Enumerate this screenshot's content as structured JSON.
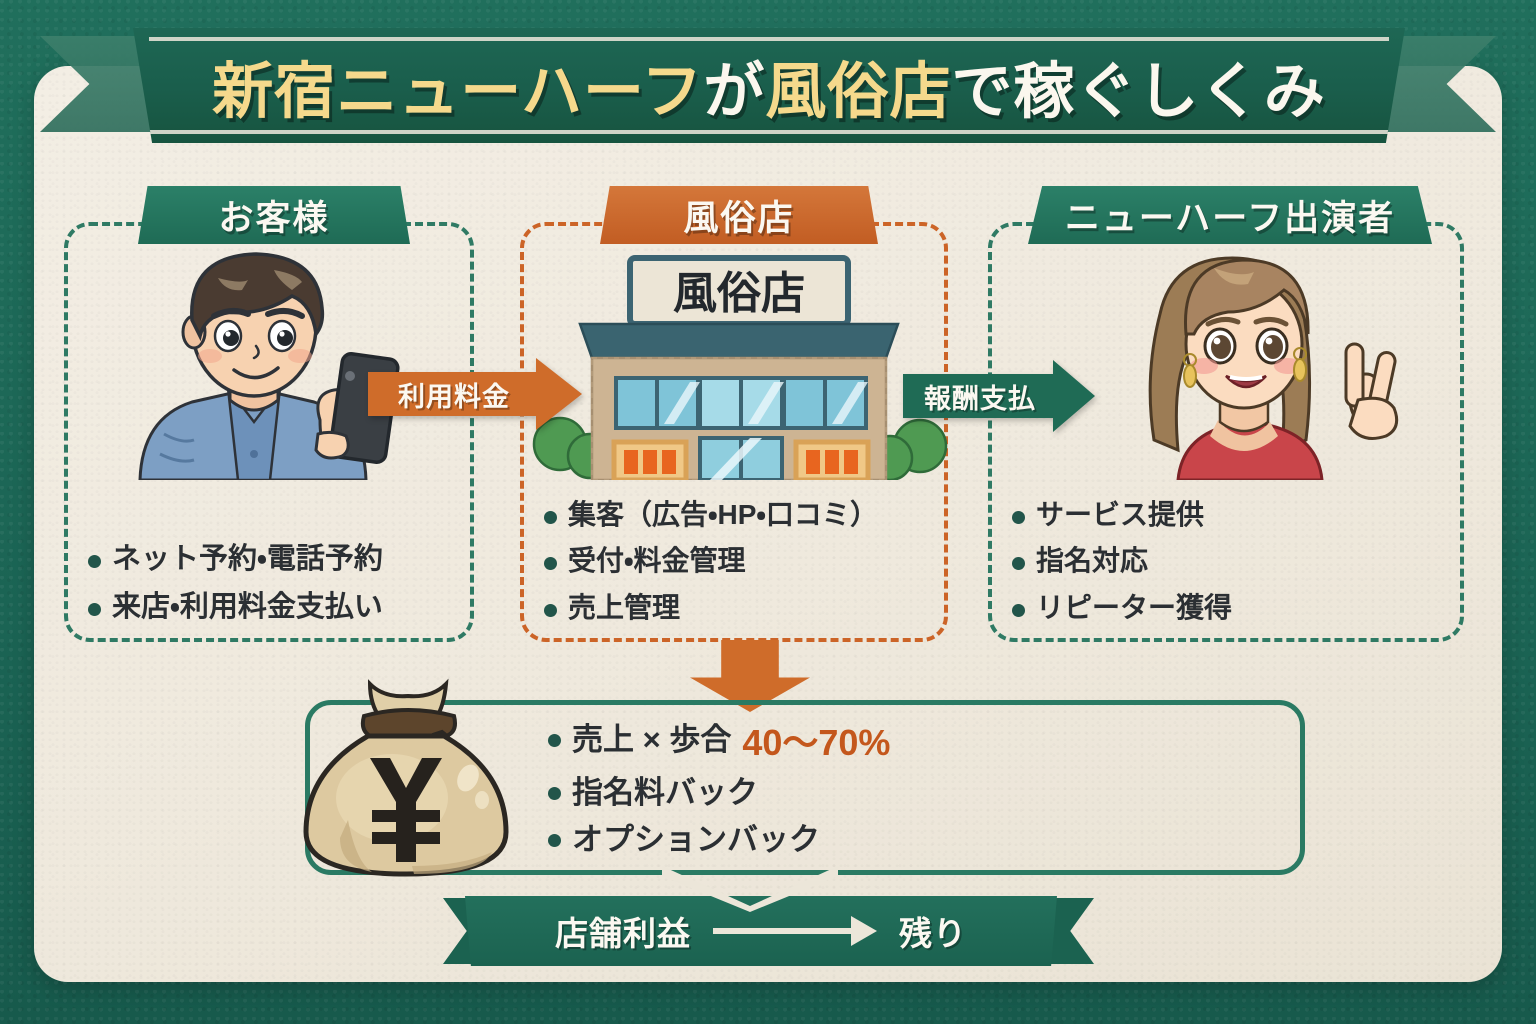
{
  "title": {
    "line_a": "新宿ニューハーフ",
    "line_b": "が",
    "line_c": "風俗店",
    "line_d": "で稼ぐしくみ",
    "full": "新宿ニューハーフが風俗店で稼ぐしくみ"
  },
  "colors": {
    "background_green": "#1d6b58",
    "panel_cream": "#efe9dd",
    "accent_green": "#1f6b55",
    "accent_orange": "#cf6c2a",
    "title_gold": "#f5d98c",
    "percent_orange": "#c4571c"
  },
  "columns": [
    {
      "header": "お客様",
      "header_color": "#1f6b55",
      "art": "customer-man-with-smartphone",
      "bullets": [
        "ネット予約・電話予約",
        "来店・利用料金支払い"
      ]
    },
    {
      "header": "風俗店",
      "header_color": "#c25d23",
      "art": "shop-building",
      "shop_sign": "風俗店",
      "bullets": [
        "集客（広告・HP・口コミ）",
        "受付・料金管理",
        "売上管理"
      ]
    },
    {
      "header": "ニューハーフ出演者",
      "header_color": "#1f6b55",
      "art": "performer-woman-peace-sign",
      "bullets": [
        "サービス提供",
        "指名対応",
        "リピーター獲得"
      ]
    }
  ],
  "flow_arrows": [
    {
      "label": "利用料金",
      "color": "#cf6c2a",
      "from": "お客様",
      "to": "風俗店"
    },
    {
      "label": "報酬支払",
      "color": "#1f6b55",
      "from": "風俗店",
      "to": "ニューハーフ出演者"
    }
  ],
  "money_box": {
    "icon": "money-bag-yen",
    "currency_symbol": "¥",
    "bullets": [
      {
        "text": "売上 × 歩合 ",
        "highlight": "40〜70%"
      },
      {
        "text": "指名料バック",
        "highlight": ""
      },
      {
        "text": "オプションバック",
        "highlight": ""
      }
    ]
  },
  "bottom_banner": {
    "left_label": "店舗利益",
    "right_label": "残り",
    "arrow": "right-arrow"
  }
}
